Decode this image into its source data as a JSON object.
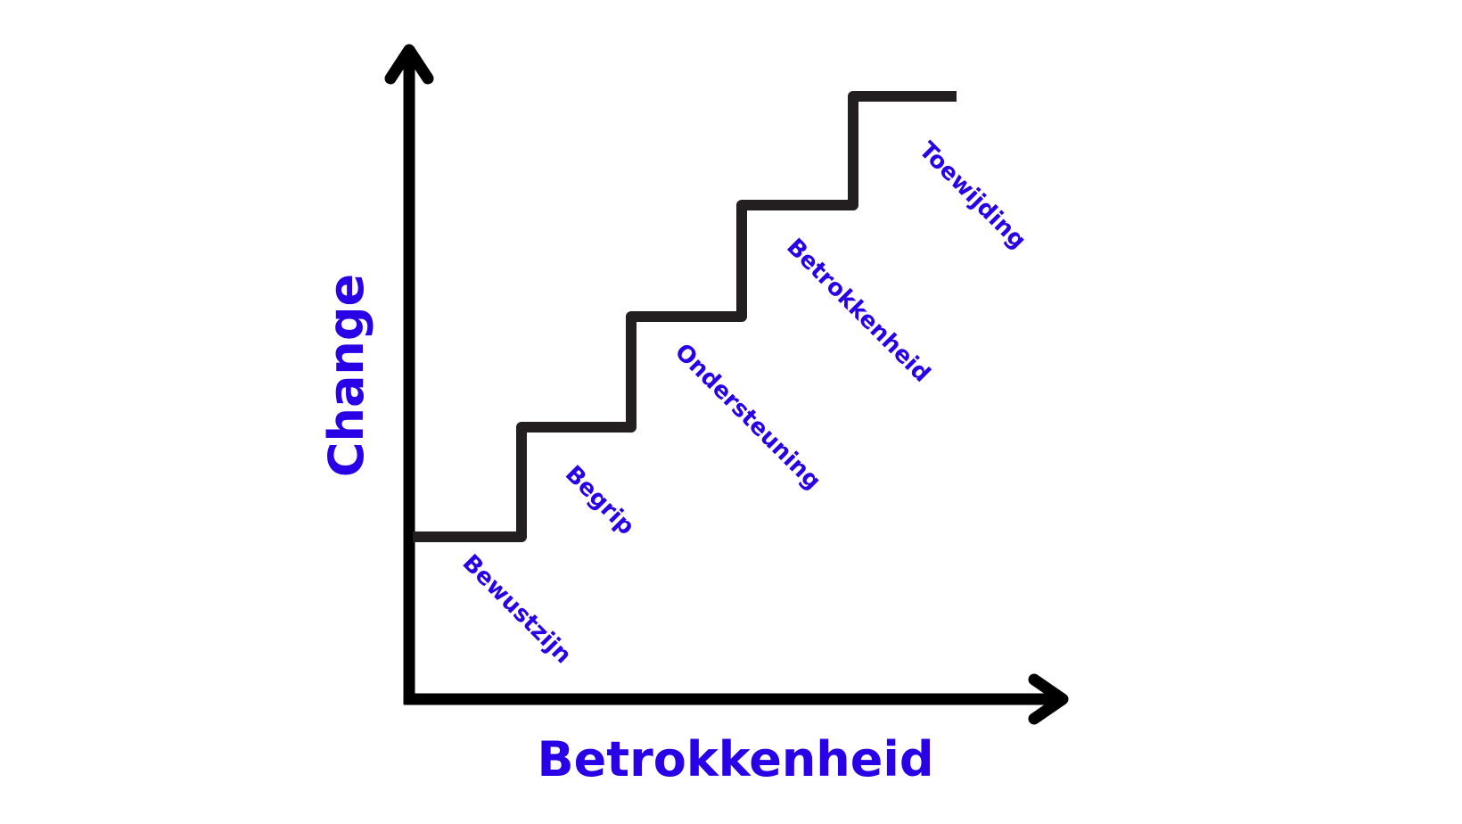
{
  "diagram": {
    "x_axis_label": "Betrokkenheid",
    "y_axis_label": "Change",
    "steps": [
      {
        "label": "Bewustzijn"
      },
      {
        "label": "Begrip"
      },
      {
        "label": "Ondersteuning"
      },
      {
        "label": "Betrokkenheid"
      },
      {
        "label": "Toewijding"
      }
    ]
  },
  "colors": {
    "label": "#2a00e6",
    "axis": "#000000",
    "stairs": "#231f20"
  }
}
